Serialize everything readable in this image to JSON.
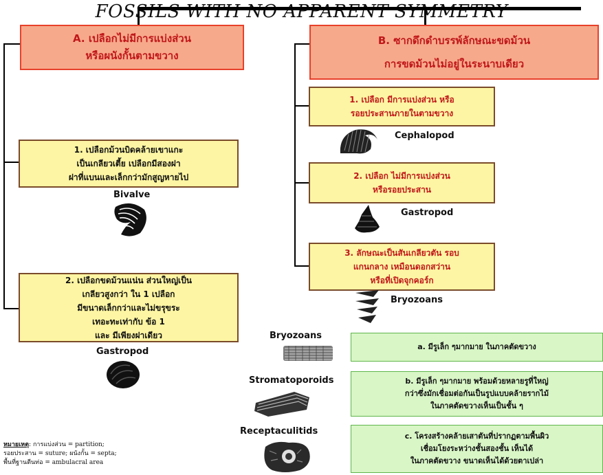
{
  "title": "FOSSILS WITH NO APPARENT SYMMETRY",
  "branch_a": {
    "heading": "A. เปลือกไม่มีการแบ่งส่วน\nหรือผนังกั้นตามขวาง",
    "item1": {
      "text": "1. เปลือกม้วนบิดคล้ายเขาแกะ\nเป็นเกลียวเตี้ย เปลือกมีสองฝา\nฝาที่แบนและเล็กกว่ามักสูญหายไป",
      "label": "Bivalve"
    },
    "item2": {
      "text": "2. เปลือกขดม้วนแน่น ส่วนใหญ่เป็น\nเกลียวสูงกว่า ใน 1 เปลือก\nมีขนาดเล็กกว่าและไม่ขรุขระ\nเทอะทะเท่ากับ ข้อ 1\nและ มีเพียงฝาเดียว",
      "label": "Gastropod"
    }
  },
  "branch_b": {
    "heading": "B. ซากดึกดำบรรพ์ลักษณะขดม้วน\nการขดม้วนไม่อยู่ในระนาบเดียว",
    "item1": {
      "text": "1. เปลือก มีการแบ่งส่วน หรือ\nรอยประสานภายในตามขวาง",
      "label": "Cephalopod"
    },
    "item2": {
      "text": "2. เปลือก ไม่มีการแบ่งส่วน\nหรือรอยประสาน",
      "label": "Gastropod"
    },
    "item3": {
      "text": "3. ลักษณะเป็นสันเกลียวตัน รอบ\nแกนกลาง เหมือนดอกสว่าน\nหรือที่เปิดจุกคอร์ก",
      "label": "Bryozoans"
    }
  },
  "sub_items": [
    {
      "label": "Bryozoans",
      "text": "a. มีรูเล็ก ๆมากมาย ในภาคตัดขวาง"
    },
    {
      "label": "Stromatoporoids",
      "text": "b. มีรูเล็ก ๆมากมาย พร้อมด้วยหลายรูที่ใหญ่\nกว่าซึ่งมักเชื่อมต่อกันเป็นรูปแบบคล้ายรากไม้\nในภาคตัดขวางเห็นเป็นชั้น ๆ"
    },
    {
      "label": "Receptaculitids",
      "text": "c. โครงสร้างคล้ายเสาตันที่ปรากฏตามพื้นผิว\nเชื่อมโยงระหว่างชั้นสองชั้น เห็นได้\nในภาคตัดขวาง ขนาดเห็นได้ด้วยตาเปล่า"
    }
  ],
  "note": {
    "heading": "หมายเหตุ",
    "line1": ": การแบ่งส่วน = partition;",
    "line2": "รอยประสาน = suture; ผนังกั้น = septa;",
    "line3": "พื้นที่ฐานตีนท่อ = ambulacral area"
  }
}
